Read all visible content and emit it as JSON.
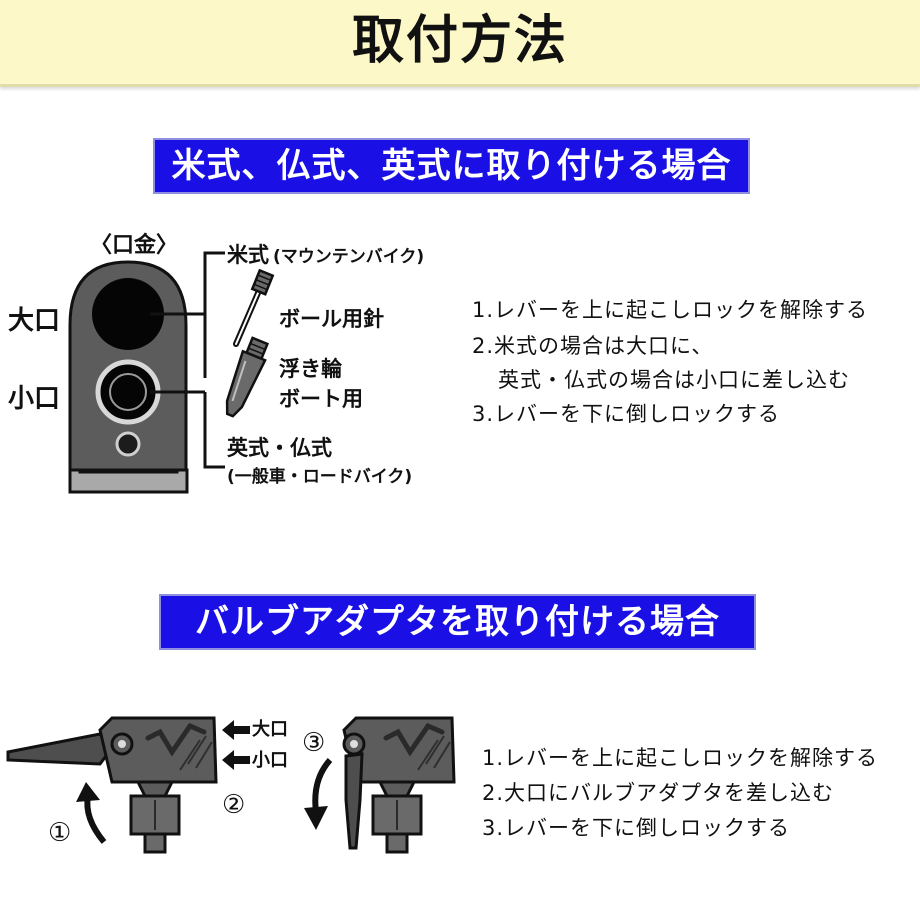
{
  "title": "取付方法",
  "section1": {
    "banner": "米式、仏式、英式に取り付ける場合",
    "cap_label": "〈口金〉",
    "large_port": "大口",
    "small_port": "小口",
    "presta_name": "米式",
    "presta_paren": "(マウンテンバイク)",
    "ball_needle": "ボール用針",
    "float_line1": "浮き輪",
    "float_line2": "ボート用",
    "dunlop_name": "英式・仏式",
    "dunlop_paren": "(一般車・ロードバイク)",
    "steps": [
      "1.レバーを上に起こしロックを解除する",
      "2.米式の場合は大口に、",
      "英式・仏式の場合は小口に差し込む",
      "3.レバーを下に倒しロックする"
    ]
  },
  "section2": {
    "banner": "バルブアダプタを取り付ける場合",
    "arrow_large": "大口",
    "arrow_small": "小口",
    "marker_1": "①",
    "marker_2": "②",
    "marker_3": "③",
    "steps": [
      "1.レバーを上に起こしロックを解除する",
      "2.大口にバルブアダプタを差し込む",
      "3.レバーを下に倒しロックする"
    ]
  },
  "colors": {
    "banner_blue": "#1a10e6",
    "title_bg": "#fdf8c8",
    "device_gray": "#5c5c5c"
  }
}
